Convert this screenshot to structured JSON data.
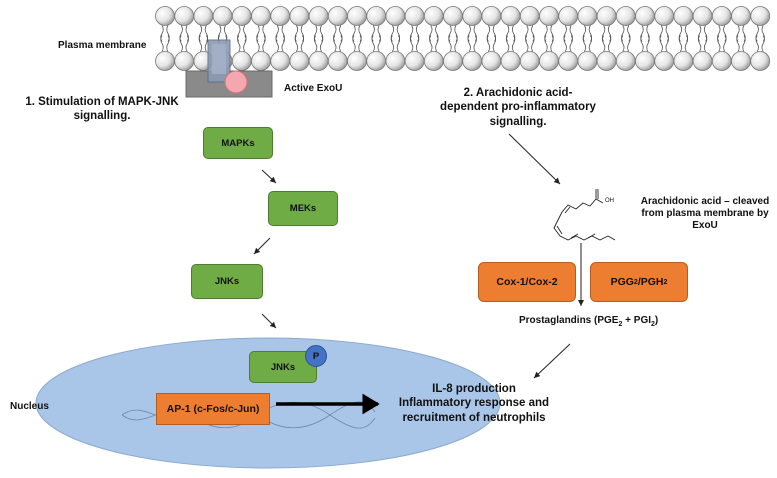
{
  "labels": {
    "plasma_membrane": "Plasma membrane",
    "active_exou": "Active ExoU",
    "nucleus": "Nucleus"
  },
  "pathway1": {
    "title_line1": "1. Stimulation of MAPK-JNK",
    "title_line2": "signalling.",
    "boxes": [
      "MAPKs",
      "MEKs",
      "JNKs",
      "JNKs"
    ],
    "phospho": "P",
    "ap1": "AP-1 (c-Fos/c-Jun)"
  },
  "pathway2": {
    "title_line1": "2. Arachidonic acid-",
    "title_line2": "dependent pro-inflammatory",
    "title_line3": "signalling.",
    "aa_line1": "Arachidonic acid – cleaved",
    "aa_line2": "from plasma membrane by",
    "aa_line3": "ExoU",
    "oh": "OH",
    "cox": "Cox-1/Cox-2",
    "pgg_prefix": "PGG",
    "pgg_sub": "2",
    "pgh_prefix": "/PGH",
    "pgh_sub": "2",
    "prost_prefix": "Prostaglandins (PGE",
    "prost_sub1": "2",
    "prost_mid": " + PGI",
    "prost_sub2": "2",
    "prost_suffix": ")"
  },
  "outcome": {
    "line1": "IL-8 production",
    "line2": "Inflammatory response and",
    "line3": "recruitment of neutrophils"
  },
  "colors": {
    "green_box": "#6fac46",
    "orange_box": "#ed7d31",
    "nucleus": "#a9c6e8",
    "phospho": "#4472c4",
    "lipid_head": "#d9d9d9"
  }
}
